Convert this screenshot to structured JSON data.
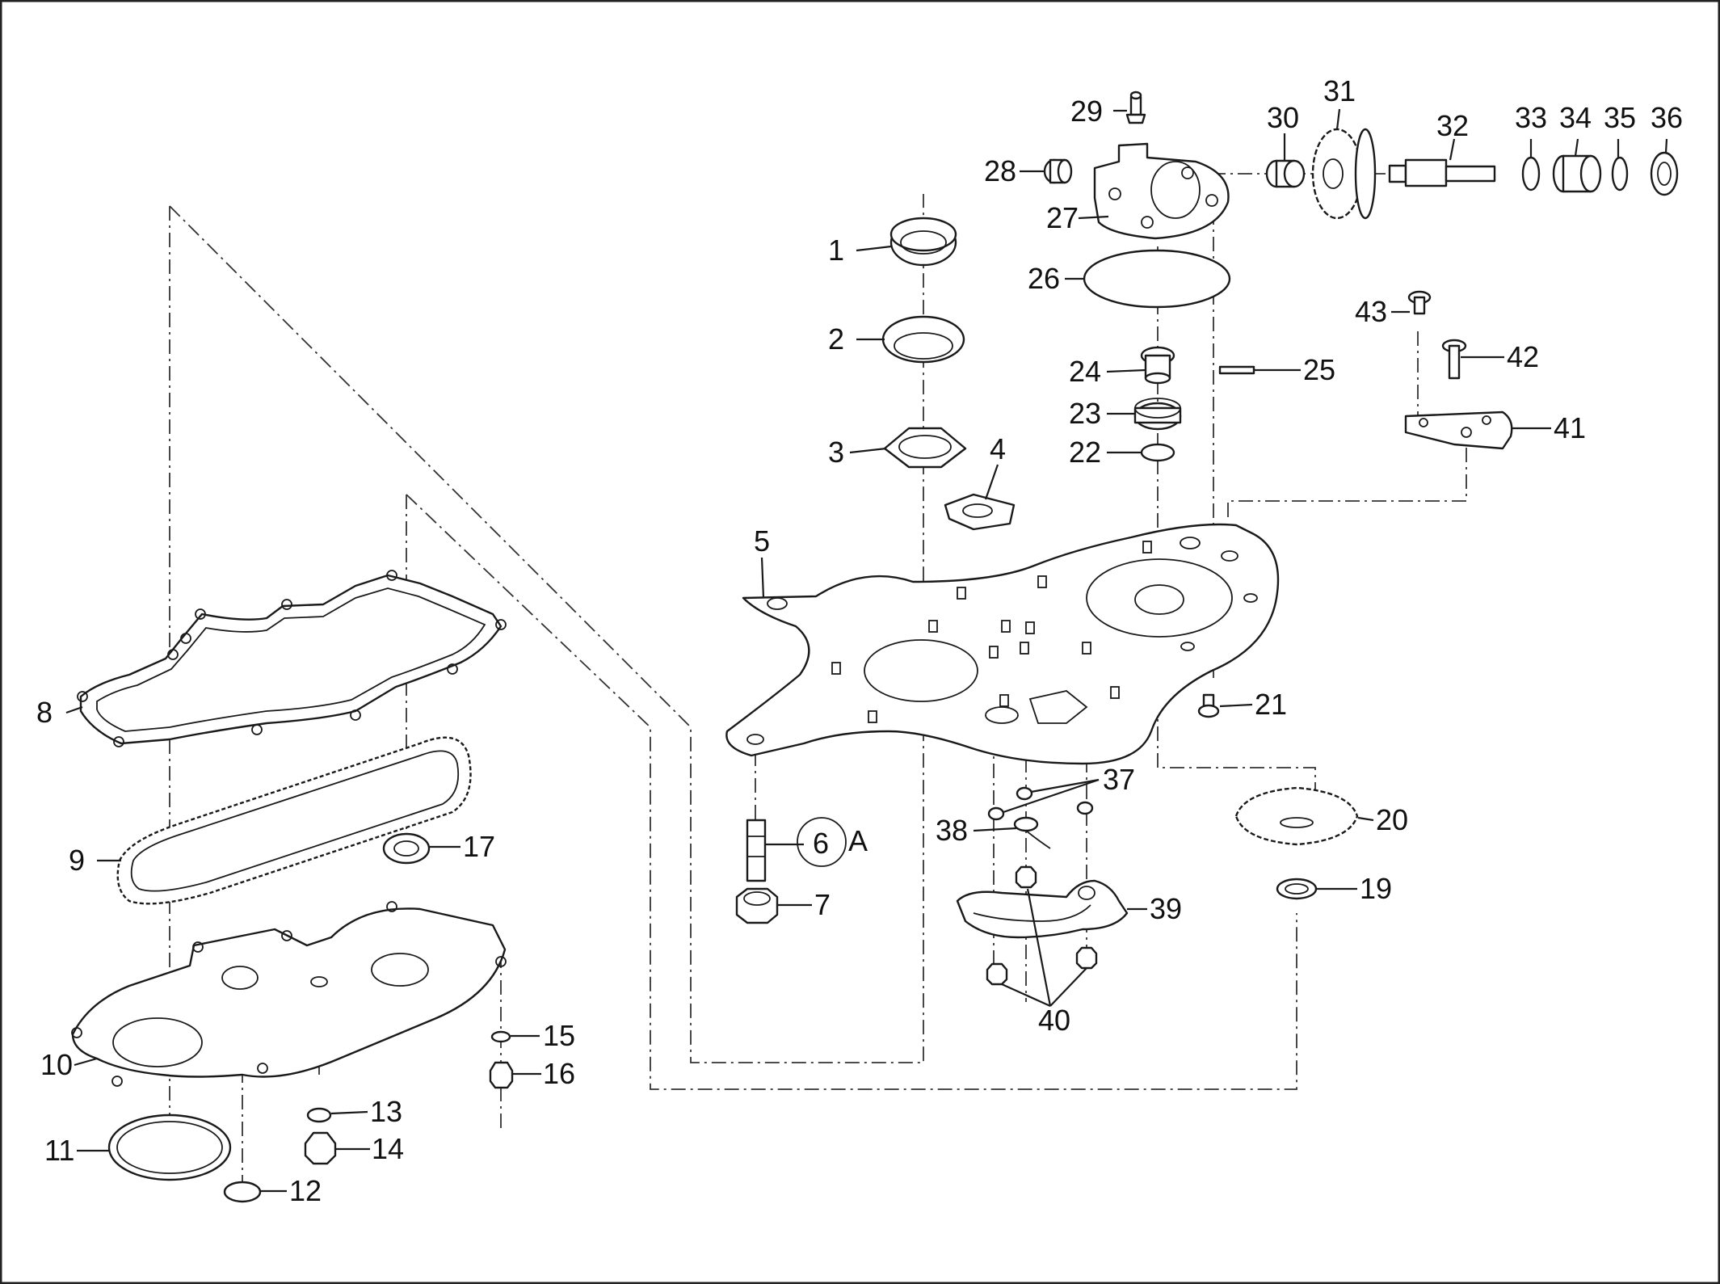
{
  "labels": {
    "n1": "1",
    "n2": "2",
    "n3": "3",
    "n4": "4",
    "n5": "5",
    "n6": "6",
    "n7": "7",
    "n8": "8",
    "n9": "9",
    "n10": "10",
    "n11": "11",
    "n12": "12",
    "n13": "13",
    "n14": "14",
    "n15": "15",
    "n16": "16",
    "n17": "17",
    "n19": "19",
    "n20": "20",
    "n21": "21",
    "n22": "22",
    "n23": "23",
    "n24": "24",
    "n25": "25",
    "n26": "26",
    "n27": "27",
    "n28": "28",
    "n29": "29",
    "n30": "30",
    "n31": "31",
    "n32": "32",
    "n33": "33",
    "n34": "34",
    "n35": "35",
    "n36": "36",
    "n37": "37",
    "n38": "38",
    "n39": "39",
    "n40": "40",
    "n41": "41",
    "n42": "42",
    "n43": "43",
    "ref_a": "A"
  }
}
